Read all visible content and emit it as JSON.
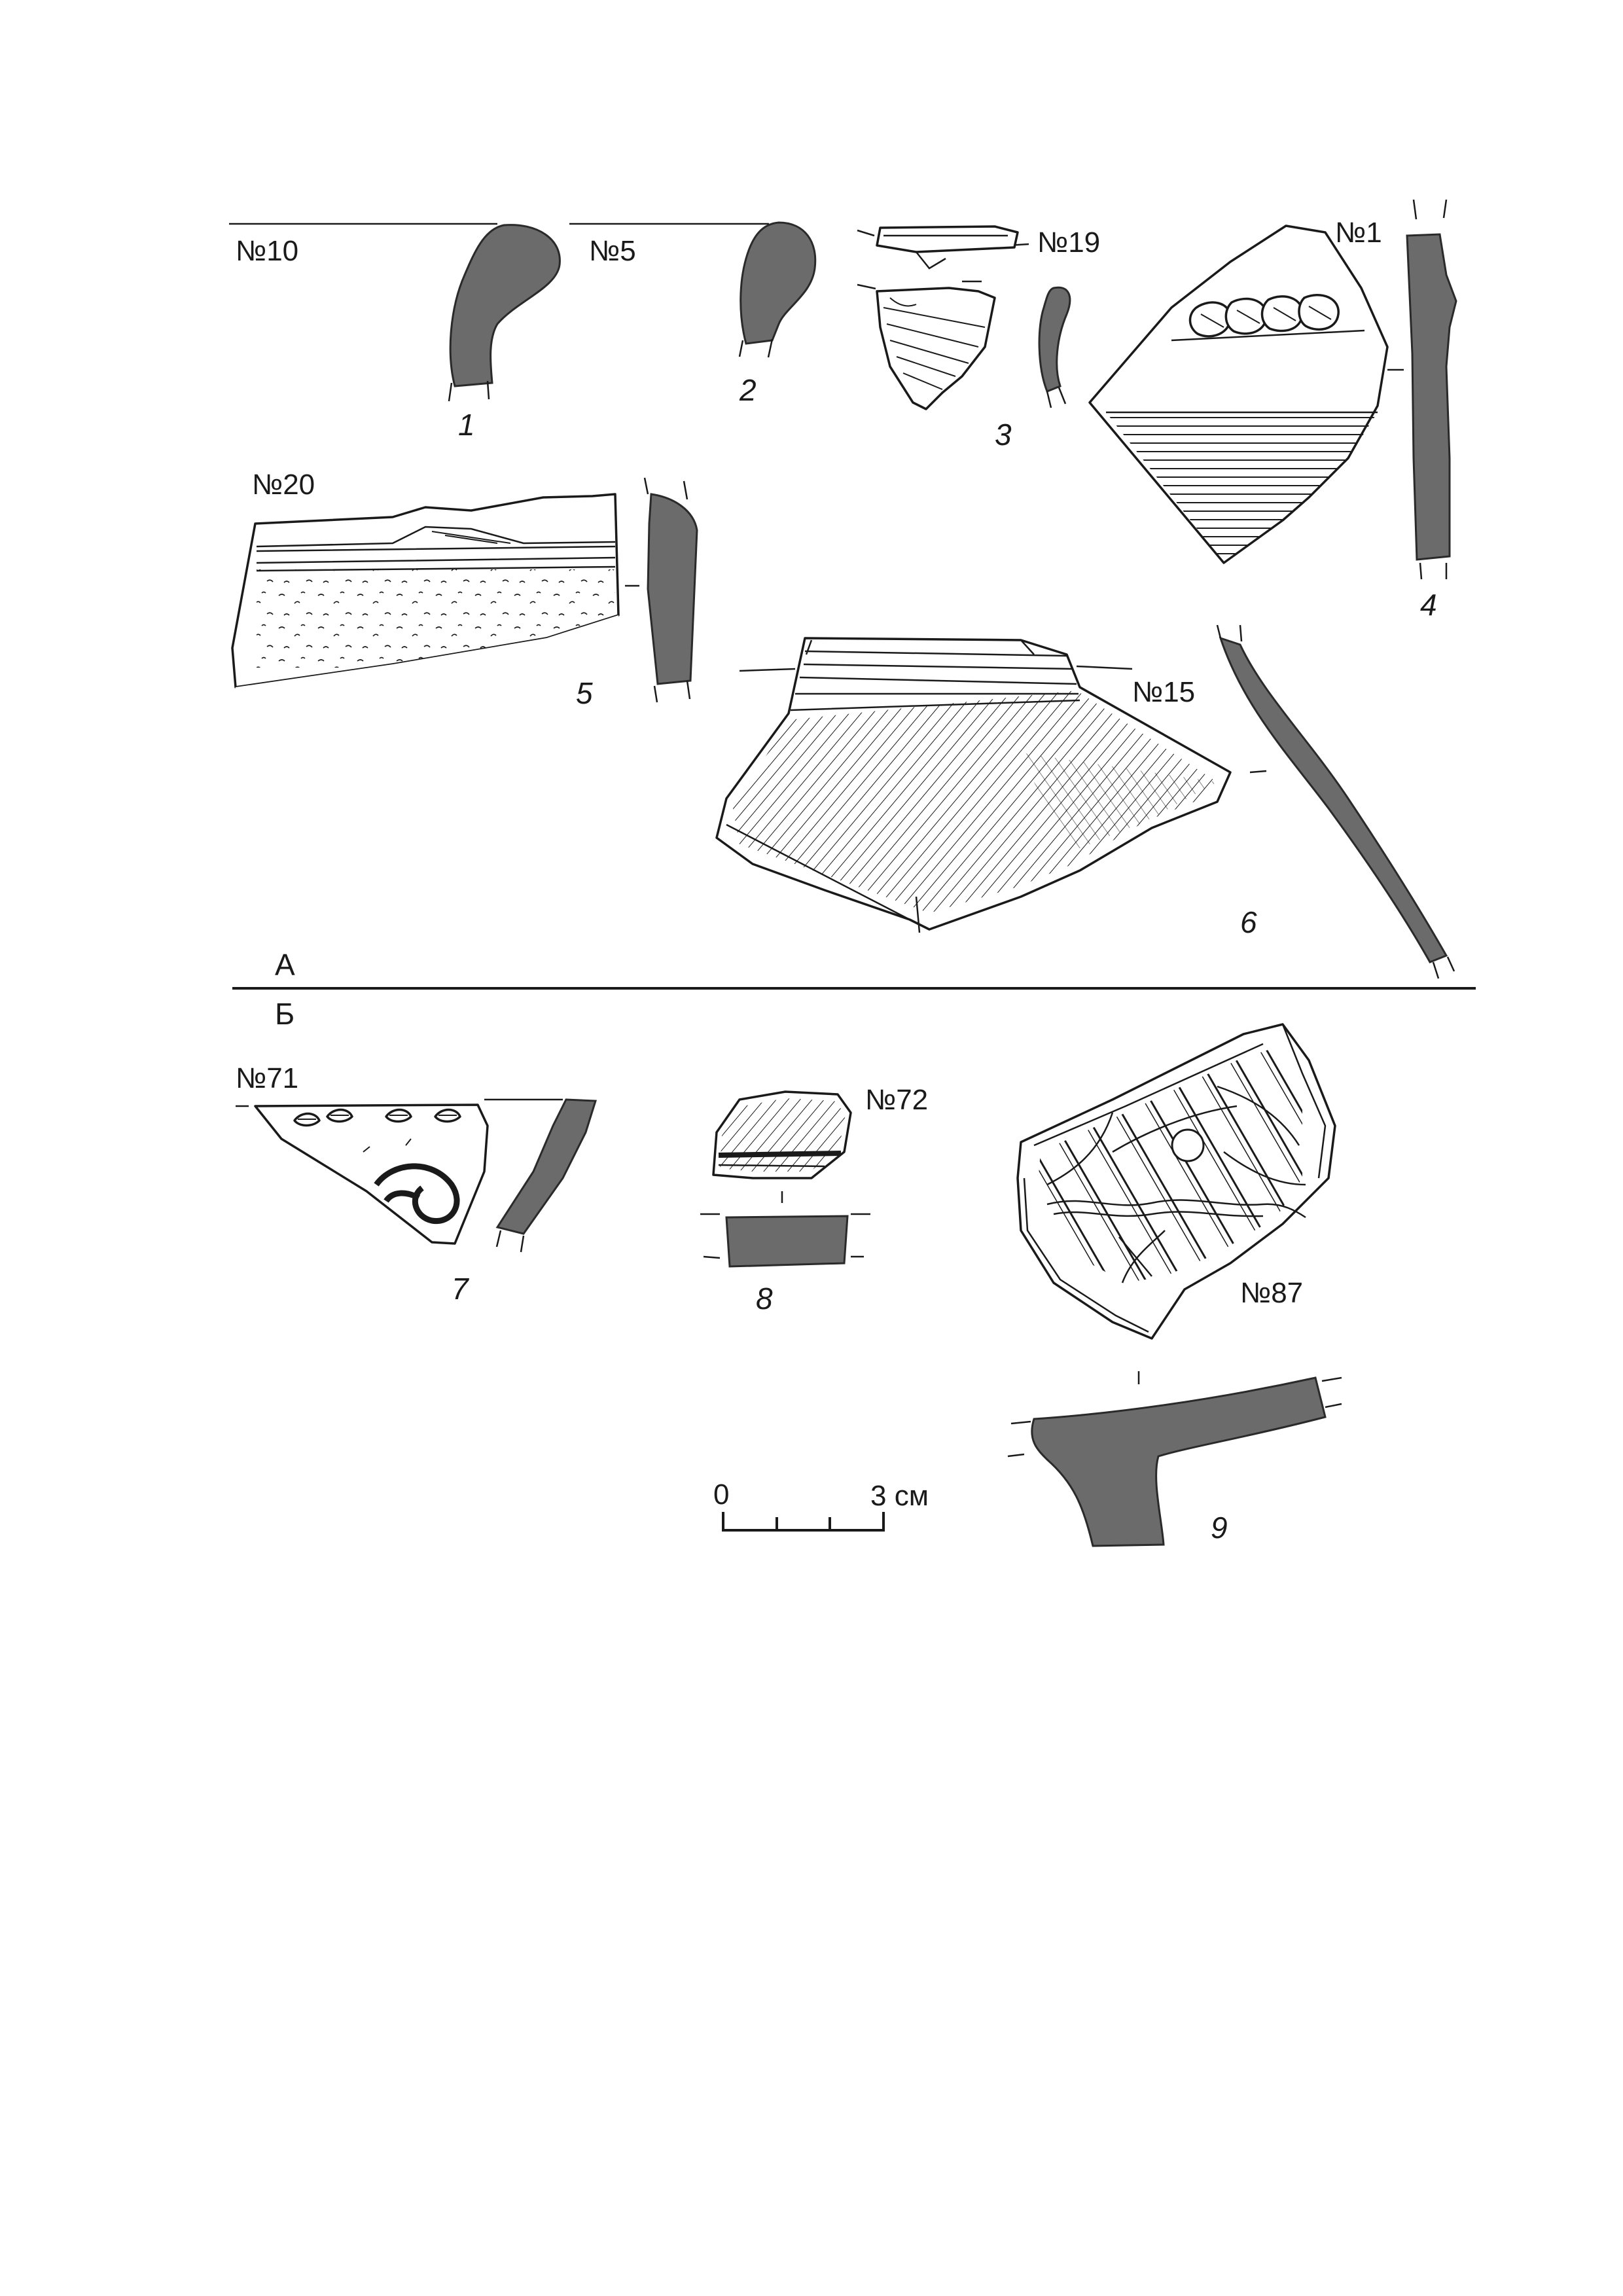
{
  "sections": {
    "a": "А",
    "b": "Б"
  },
  "fragments": [
    {
      "id": 1,
      "catalog": "№10",
      "figure": "1"
    },
    {
      "id": 2,
      "catalog": "№5",
      "figure": "2"
    },
    {
      "id": 3,
      "catalog": "№19",
      "figure": "3"
    },
    {
      "id": 4,
      "catalog": "№1",
      "figure": "4"
    },
    {
      "id": 5,
      "catalog": "№20",
      "figure": "5"
    },
    {
      "id": 6,
      "catalog": "№15",
      "figure": "6"
    },
    {
      "id": 7,
      "catalog": "№71",
      "figure": "7"
    },
    {
      "id": 8,
      "catalog": "№72",
      "figure": "8"
    },
    {
      "id": 9,
      "catalog": "№87",
      "figure": "9"
    }
  ],
  "scale_bar": {
    "start": "0",
    "end": "3 см"
  },
  "colors": {
    "section_fill": "#6b6b6b",
    "ink": "#1a1a1a",
    "paper": "#ffffff"
  }
}
